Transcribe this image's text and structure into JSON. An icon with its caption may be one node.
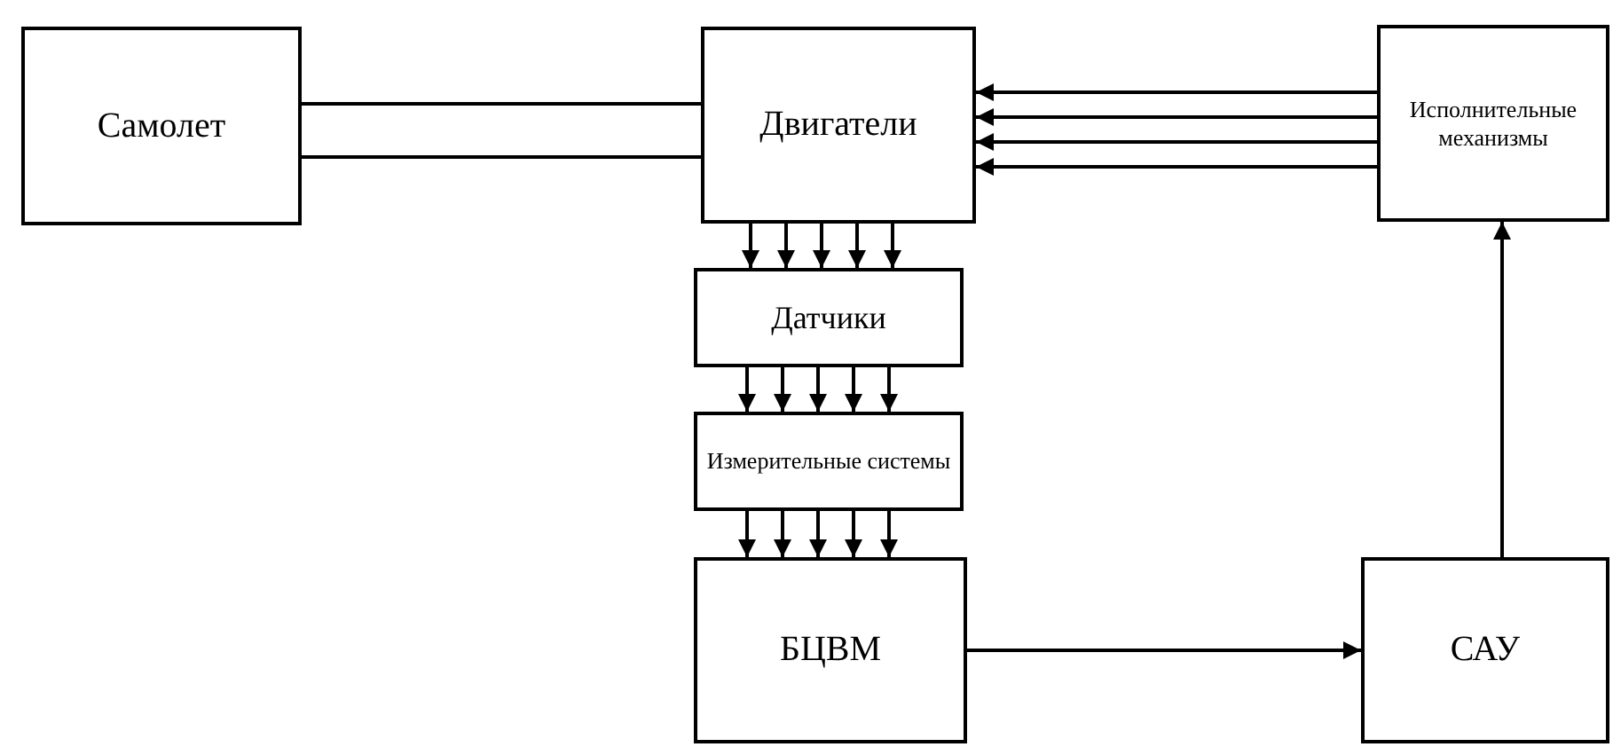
{
  "diagram": {
    "nodes": [
      {
        "text": [
          "Самолет"
        ]
      },
      {
        "text": [
          "Двигатели"
        ]
      },
      {
        "text": [
          "Исполнительные механизмы"
        ]
      },
      {
        "text": [
          "Датчики"
        ]
      },
      {
        "text": [
          "Измерительные системы"
        ]
      },
      {
        "text": [
          "БЦВМ"
        ]
      },
      {
        "text": [
          "САУ"
        ]
      }
    ],
    "edges": [
      {
        "from": 0,
        "to": 1,
        "arrow": "none"
      },
      {
        "from": 0,
        "to": 1,
        "arrow": "none"
      },
      {
        "from": 2,
        "to": 1,
        "arrow": "to"
      },
      {
        "from": 2,
        "to": 1,
        "arrow": "to"
      },
      {
        "from": 2,
        "to": 1,
        "arrow": "to"
      },
      {
        "from": 2,
        "to": 1,
        "arrow": "to"
      },
      {
        "from": 1,
        "to": 3,
        "arrow": "to"
      },
      {
        "from": 1,
        "to": 3,
        "arrow": "to"
      },
      {
        "from": 1,
        "to": 3,
        "arrow": "to"
      },
      {
        "from": 1,
        "to": 3,
        "arrow": "to"
      },
      {
        "from": 1,
        "to": 3,
        "arrow": "to"
      },
      {
        "from": 3,
        "to": 4,
        "arrow": "to"
      },
      {
        "from": 3,
        "to": 4,
        "arrow": "to"
      },
      {
        "from": 3,
        "to": 4,
        "arrow": "to"
      },
      {
        "from": 3,
        "to": 4,
        "arrow": "to"
      },
      {
        "from": 3,
        "to": 4,
        "arrow": "to"
      },
      {
        "from": 4,
        "to": 5,
        "arrow": "to"
      },
      {
        "from": 4,
        "to": 5,
        "arrow": "to"
      },
      {
        "from": 4,
        "to": 5,
        "arrow": "to"
      },
      {
        "from": 4,
        "to": 5,
        "arrow": "to"
      },
      {
        "from": 4,
        "to": 5,
        "arrow": "to"
      },
      {
        "from": 5,
        "to": 6,
        "arrow": "to"
      },
      {
        "from": 6,
        "to": 2,
        "arrow": "to"
      }
    ]
  }
}
